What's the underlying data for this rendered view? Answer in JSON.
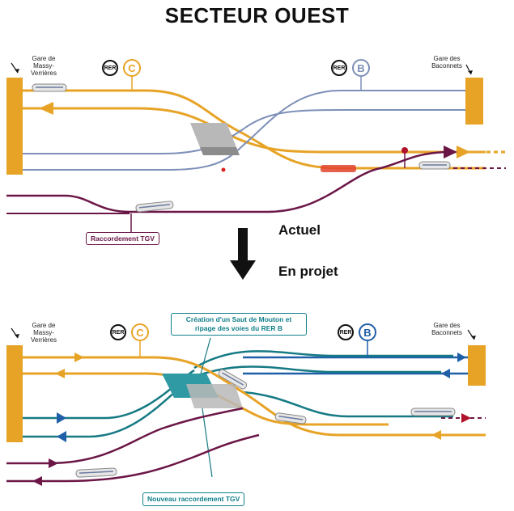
{
  "title": "SECTEUR OUEST",
  "stations": {
    "massy": "Gare de Massy-Verrières",
    "baconnets": "Gare des Baconnets"
  },
  "lines": {
    "rer_label": "RER",
    "rer_c": "C",
    "rer_b": "B"
  },
  "states": {
    "current": "Actuel",
    "planned": "En projet"
  },
  "labels": {
    "tgv_current": "Raccordement TGV",
    "tgv_new": "Nouveau raccordement TGV",
    "saut_de_mouton": "Création d'un Saut de Mouton et ripage des voies du RER B"
  },
  "colors": {
    "rer_c": "#e7a326",
    "rer_b": "#7d8fb8",
    "rer_b_new": "#1f5fa8",
    "teal": "#167a84",
    "tgv": "#6b1646",
    "station": "#e7a326"
  }
}
